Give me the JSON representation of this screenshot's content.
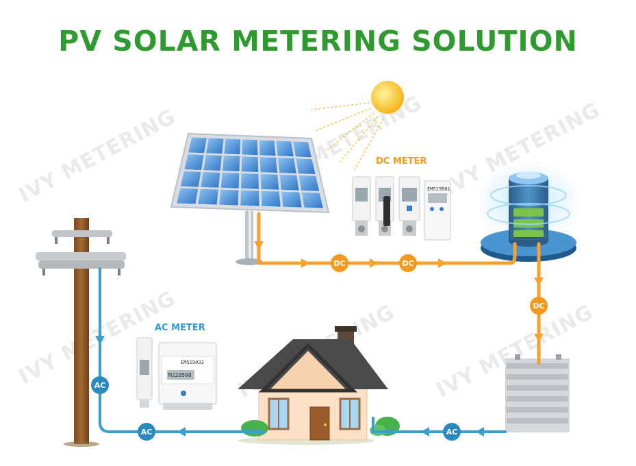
{
  "title": "PV SOLAR METERING SOLUTION",
  "labels": {
    "dc_meter": "DC METER",
    "ac_meter": "AC METER"
  },
  "watermark": "IVY METERING",
  "flow_badges": {
    "dc_1": "DC",
    "dc_2": "DC",
    "dc_3": "DC",
    "ac_1": "AC",
    "ac_2": "AC",
    "ac_3": "AC"
  },
  "meter_texts": {
    "ac_model": "EM519033",
    "ac_reading": "M220598",
    "dc_model": "EM519001"
  },
  "colors": {
    "title": "#2f9a2f",
    "dc_line": "#f7a230",
    "ac_line": "#3a9ed0",
    "dc_label": "#f39a1e",
    "ac_label": "#2a9bd6"
  }
}
